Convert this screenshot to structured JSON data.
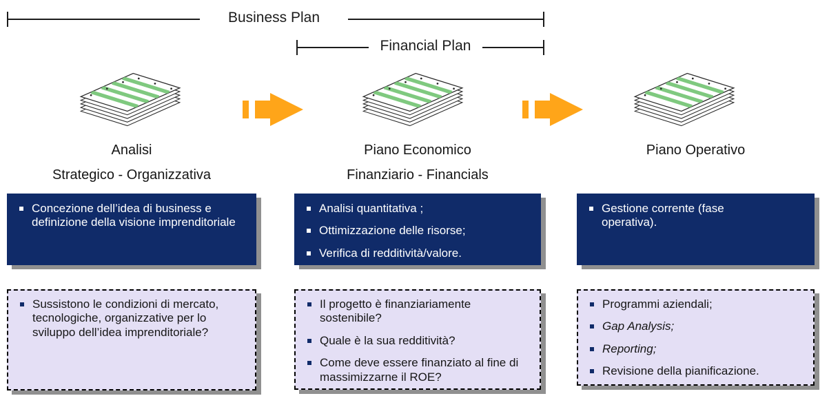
{
  "header": {
    "business_plan_label": "Business Plan",
    "financial_plan_label": "Financial Plan"
  },
  "columns": [
    {
      "title_line1": "Analisi",
      "title_line2": "Strategico - Organizzativa",
      "blue_box": [
        "Concezione dell’idea di business e definizione della visione imprenditoriale"
      ],
      "question_box": [
        "Sussistono le condizioni di mercato, tecnologiche, organizzative per lo sviluppo dell’idea imprenditoriale?"
      ]
    },
    {
      "title_line1": "Piano Economico",
      "title_line2": "Finanziario - Financials",
      "blue_box": [
        "Analisi quantitativa ;",
        "Ottimizzazione delle risorse;",
        "Verifica di redditività/valore."
      ],
      "question_box": [
        "Il progetto è finanziariamente sostenibile?",
        "Quale è la sua redditività?",
        "Come deve essere finanziato al fine di massimizzarne il ROE?"
      ]
    },
    {
      "title_line1": "Piano Operativo",
      "title_line2": "",
      "blue_box": [
        "Gestione corrente (fase operativa)."
      ],
      "question_box": [
        "Programmi aziendali;",
        "Gap Analysis;",
        "Reporting;",
        "Revisione della pianificazione."
      ]
    }
  ],
  "icons": {
    "paper_stack": "paper-stack-icon",
    "arrow": "orange-flow-arrow-icon"
  },
  "colors": {
    "dark_blue": "#102B69",
    "lavender": "#E4DFF5",
    "arrow_orange": "#FFA519",
    "stripe_green": "#7FC97F",
    "shadow_gray": "#909090"
  }
}
